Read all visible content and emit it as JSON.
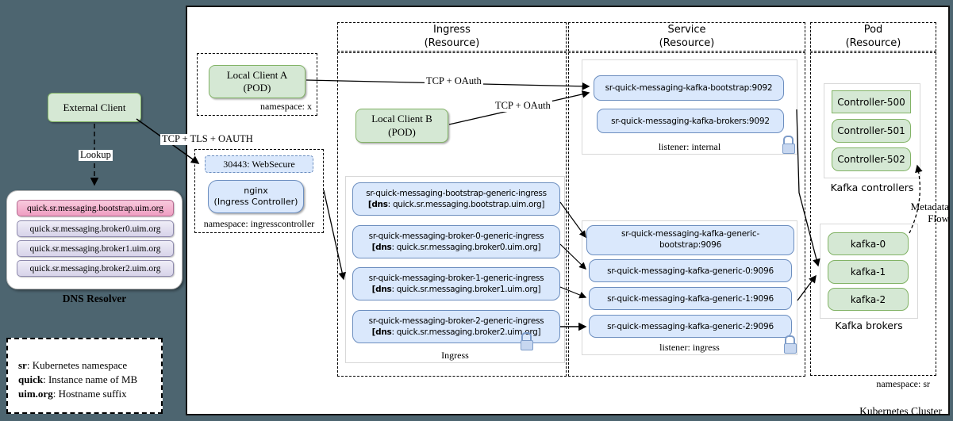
{
  "cluster": {
    "label": "Kubernetes Cluster"
  },
  "left_panel": {
    "external_client": "External Client",
    "dns_resolver": {
      "title": "DNS Resolver",
      "entries": [
        "quick.sr.messaging.bootstrap.uim.org",
        "quick.sr.messaging.broker0.uim.org",
        "quick.sr.messaging.broker1.uim.org",
        "quick.sr.messaging.broker2.uim.org"
      ]
    },
    "legend": {
      "lines": [
        {
          "term": "sr",
          "desc": ": Kubernetes namespace"
        },
        {
          "term": "quick",
          "desc": ": Instance name of MB"
        },
        {
          "term": "uim.org",
          "desc": ": Hostname suffix"
        }
      ]
    }
  },
  "clients": {
    "a": {
      "line1": "Local Client A",
      "line2": "(POD)"
    },
    "a_namespace": "namespace: x",
    "b": {
      "line1": "Local Client B",
      "line2": "(POD)"
    }
  },
  "ingress_controller": {
    "nodeport": "30443: WebSecure",
    "line1": "nginx",
    "line2": "(Ingress Controller)",
    "namespace": "namespace: ingresscontroller"
  },
  "edge_labels": {
    "lookup": "Lookup",
    "tcp_tls_oauth": "TCP + TLS + OAUTH",
    "tcp_oauth_a": "TCP + OAuth",
    "tcp_oauth_b": "TCP + OAuth",
    "metadata_line1": "Metadata",
    "metadata_line2": "Flow"
  },
  "columns": {
    "ingress": {
      "header_line1": "Ingress",
      "header_line2": "(Resource)",
      "group_label": "Ingress",
      "items": [
        {
          "name": "sr-quick-messaging-bootstrap-generic-ingress",
          "dns_bold": "[dns",
          "dns_rest": ": quick.sr.messaging.bootstrap.uim.org]"
        },
        {
          "name": "sr-quick-messaging-broker-0-generic-ingress",
          "dns_bold": "[dns",
          "dns_rest": ": quick.sr.messaging.broker0.uim.org]"
        },
        {
          "name": "sr-quick-messaging-broker-1-generic-ingress",
          "dns_bold": "[dns",
          "dns_rest": ": quick.sr.messaging.broker1.uim.org]"
        },
        {
          "name": "sr-quick-messaging-broker-2-generic-ingress",
          "dns_bold": "[dns",
          "dns_rest": ": quick.sr.messaging.broker2.uim.org]"
        }
      ]
    },
    "service": {
      "header_line1": "Service",
      "header_line2": "(Resource)",
      "internal_group": {
        "items": [
          "sr-quick-messaging-kafka-bootstrap:9092",
          "sr-quick-messaging-kafka-brokers:9092"
        ],
        "label": "listener: internal"
      },
      "ingress_group": {
        "bootstrap_line1": "sr-quick-messaging-kafka-generic-",
        "bootstrap_line2": "bootstrap:9096",
        "items": [
          "sr-quick-messaging-kafka-generic-0:9096",
          "sr-quick-messaging-kafka-generic-1:9096",
          "sr-quick-messaging-kafka-generic-2:9096"
        ],
        "label": "listener: ingress"
      }
    },
    "pod": {
      "header_line1": "Pod",
      "header_line2": "(Resource)",
      "controllers": {
        "items": [
          "Controller-500",
          "Controller-501",
          "Controller-502"
        ],
        "label": "Kafka controllers"
      },
      "brokers": {
        "items": [
          "kafka-0",
          "kafka-1",
          "kafka-2"
        ],
        "label": "Kafka brokers"
      },
      "namespace": "namespace: sr"
    }
  },
  "colors": {
    "background": "#4d6570",
    "green_fill": "#d5e8d4",
    "green_border": "#82b366",
    "blue_fill": "#dae8fc",
    "blue_border": "#6c8ebf",
    "pink_fill": "#ef9ec2",
    "pink_border": "#b4688f",
    "lavender_fill": "#d7d3e9",
    "lavender_border": "#8d89ad"
  }
}
